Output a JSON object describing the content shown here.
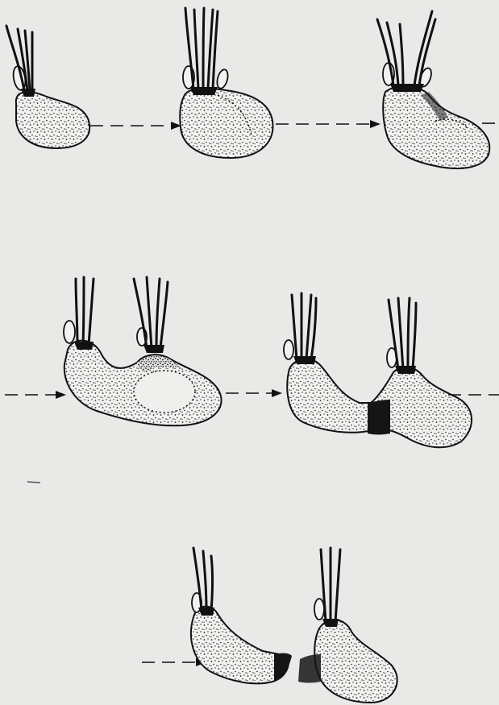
{
  "figure": {
    "description_text": "",
    "rows": [
      {
        "row": 1,
        "stages": [
          "single-cell-with-cilia",
          "enlarged-cell-with-cilia",
          "cell-beginning-constriction"
        ]
      },
      {
        "row": 2,
        "stages": [
          "two-part-cell",
          "cell-with-dark-constriction"
        ]
      },
      {
        "row": 3,
        "stages": [
          "separating-daughter-cells"
        ]
      }
    ],
    "colors": {
      "background": "#e9e9e7",
      "ink": "#111111",
      "cell_fill": "#f2f2f0"
    }
  }
}
